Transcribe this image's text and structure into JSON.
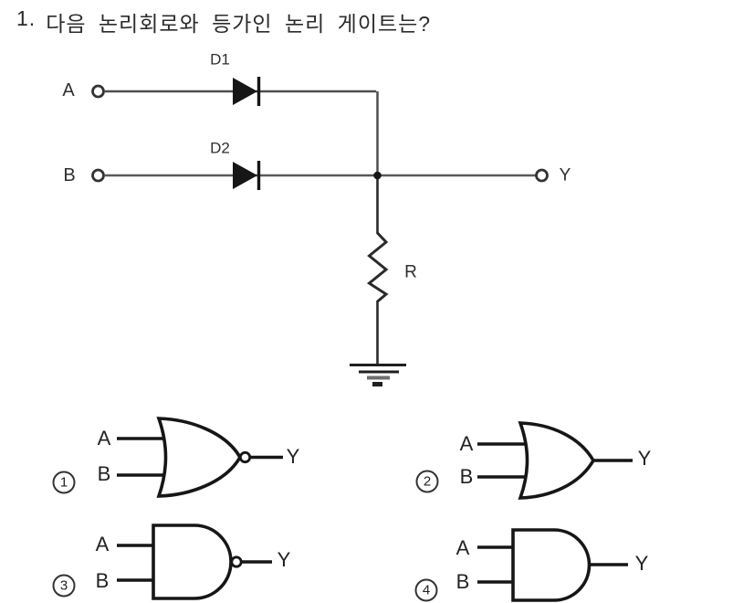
{
  "question": {
    "number": "1.",
    "text": "다음 논리회로와 등가인 논리 게이트는?"
  },
  "circuit": {
    "description": "diode-resistor logic circuit",
    "labels": {
      "input_a": "A",
      "input_b": "B",
      "diode_1": "D1",
      "diode_2": "D2",
      "resistor": "R",
      "output": "Y"
    }
  },
  "options": [
    {
      "number": "1",
      "gate_type": "NOR",
      "labels": {
        "input_a": "A",
        "input_b": "B",
        "output": "Y"
      }
    },
    {
      "number": "2",
      "gate_type": "OR",
      "labels": {
        "input_a": "A",
        "input_b": "B",
        "output": "Y"
      }
    },
    {
      "number": "3",
      "gate_type": "NAND",
      "labels": {
        "input_a": "A",
        "input_b": "B",
        "output": "Y"
      }
    },
    {
      "number": "4",
      "gate_type": "AND",
      "labels": {
        "input_a": "A",
        "input_b": "B",
        "output": "Y"
      }
    }
  ],
  "colors": {
    "background": "#ffffff",
    "wire": "#595959",
    "component": "#1a1a1a",
    "text": "#2e2e2e"
  }
}
